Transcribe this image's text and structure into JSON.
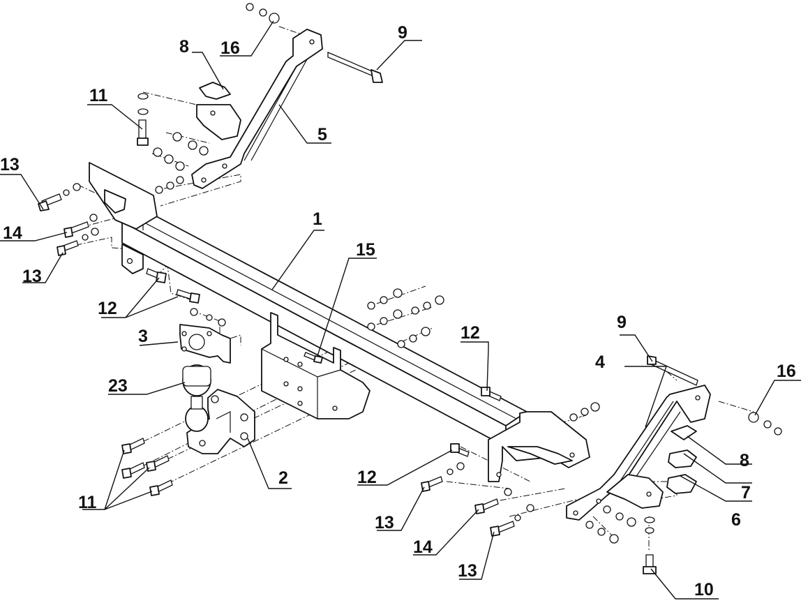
{
  "callouts": {
    "c1": "1",
    "c2": "2",
    "c3": "3",
    "c4": "4",
    "c5": "5",
    "c6": "6",
    "c7": "7",
    "c8_top": "8",
    "c8_right": "8",
    "c9_top": "9",
    "c9_right": "9",
    "c10": "10",
    "c11_top": "11",
    "c11_bottom": "11",
    "c12_left": "12",
    "c12_mid": "12",
    "c12_bottom": "12",
    "c13_top_left": "13",
    "c13_left": "13",
    "c13_bottom_a": "13",
    "c13_bottom_b": "13",
    "c14_left": "14",
    "c14_bottom": "14",
    "c15": "15",
    "c16_top": "16",
    "c16_right": "16",
    "c23": "23"
  }
}
